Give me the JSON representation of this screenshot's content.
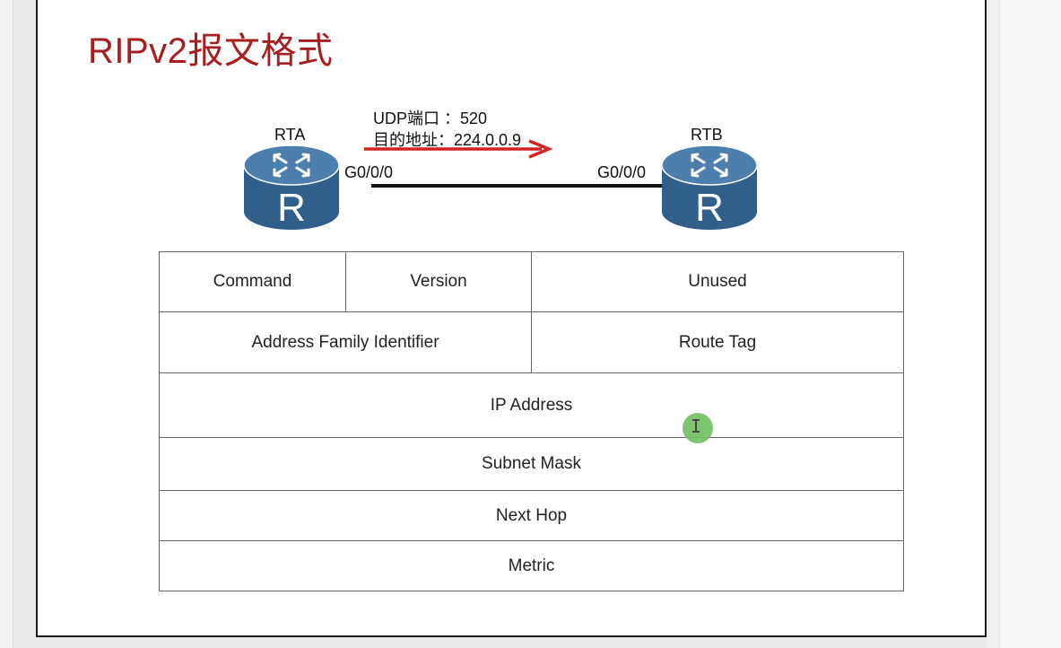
{
  "title": "RIPv2报文格式",
  "udp_note": {
    "line1": "UDP端口 ：520",
    "line2": "目的地址：224.0.0.9"
  },
  "routers": {
    "left": {
      "name": "RTA",
      "interface": "G0/0/0",
      "glyph": "R"
    },
    "right": {
      "name": "RTB",
      "interface": "G0/0/0",
      "glyph": "R"
    }
  },
  "colors": {
    "title": "#a51f20",
    "arrow": "#d32222",
    "router_body": "#2f5f8a",
    "router_top": "#4d7fae"
  },
  "packet_format": {
    "row1": {
      "command": "Command",
      "version": "Version",
      "unused": "Unused"
    },
    "row2": {
      "afi": "Address Family Identifier",
      "route_tag": "Route Tag"
    },
    "ip_address": "IP Address",
    "subnet_mask": "Subnet Mask",
    "next_hop": "Next Hop",
    "metric": "Metric"
  },
  "icons": [
    "router-icon",
    "cursor-icon"
  ]
}
